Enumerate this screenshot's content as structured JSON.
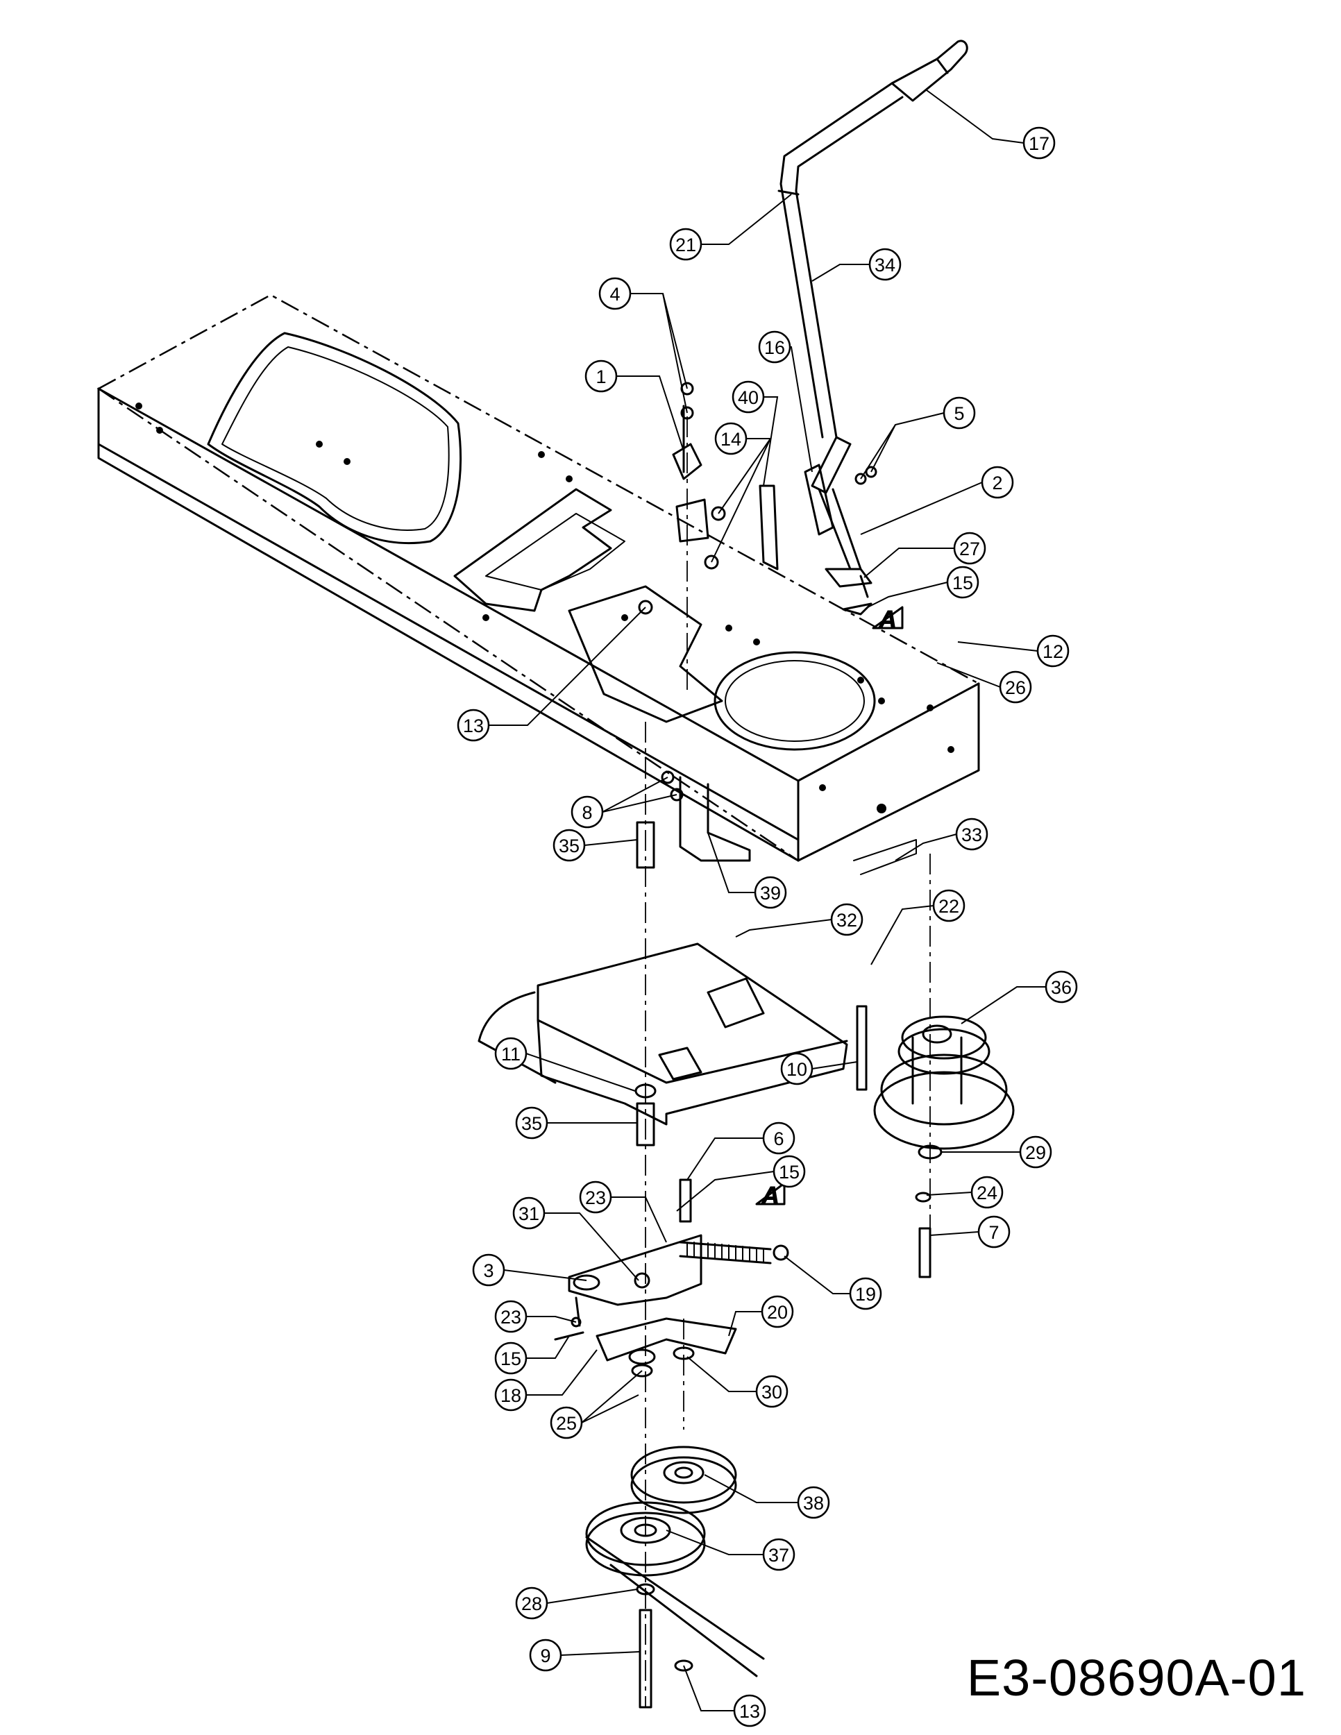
{
  "drawing_number": "E3-08690A-01",
  "view_marker": "A",
  "callouts": [
    {
      "label": "1"
    },
    {
      "label": "2"
    },
    {
      "label": "3"
    },
    {
      "label": "4"
    },
    {
      "label": "5"
    },
    {
      "label": "6"
    },
    {
      "label": "7"
    },
    {
      "label": "8"
    },
    {
      "label": "9"
    },
    {
      "label": "10"
    },
    {
      "label": "11"
    },
    {
      "label": "12"
    },
    {
      "label": "13"
    },
    {
      "label": "13"
    },
    {
      "label": "14"
    },
    {
      "label": "15"
    },
    {
      "label": "15"
    },
    {
      "label": "15"
    },
    {
      "label": "16"
    },
    {
      "label": "17"
    },
    {
      "label": "18"
    },
    {
      "label": "19"
    },
    {
      "label": "20"
    },
    {
      "label": "21"
    },
    {
      "label": "22"
    },
    {
      "label": "23"
    },
    {
      "label": "23"
    },
    {
      "label": "24"
    },
    {
      "label": "25"
    },
    {
      "label": "26"
    },
    {
      "label": "27"
    },
    {
      "label": "28"
    },
    {
      "label": "29"
    },
    {
      "label": "30"
    },
    {
      "label": "31"
    },
    {
      "label": "32"
    },
    {
      "label": "33"
    },
    {
      "label": "34"
    },
    {
      "label": "35"
    },
    {
      "label": "35"
    },
    {
      "label": "36"
    },
    {
      "label": "37"
    },
    {
      "label": "38"
    },
    {
      "label": "39"
    },
    {
      "label": "40"
    }
  ]
}
